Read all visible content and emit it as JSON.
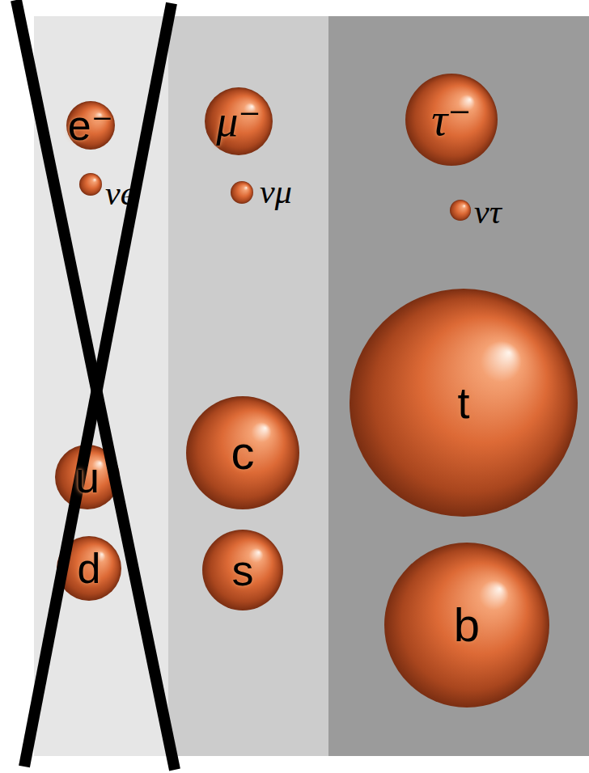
{
  "diagram": {
    "nodes": [
      {
        "text": [
          "e⁻"
        ]
      },
      {
        "text": [
          "μ⁻"
        ]
      },
      {
        "text": [
          "τ⁻"
        ]
      },
      {
        "text": [
          "νe"
        ]
      },
      {
        "text": [
          "νμ"
        ]
      },
      {
        "text": [
          "ντ"
        ]
      },
      {
        "text": [
          "t"
        ]
      },
      {
        "text": [
          "c"
        ]
      },
      {
        "text": [
          "u"
        ]
      },
      {
        "text": [
          "d"
        ]
      },
      {
        "text": [
          "s"
        ]
      },
      {
        "text": [
          "b"
        ]
      }
    ]
  }
}
